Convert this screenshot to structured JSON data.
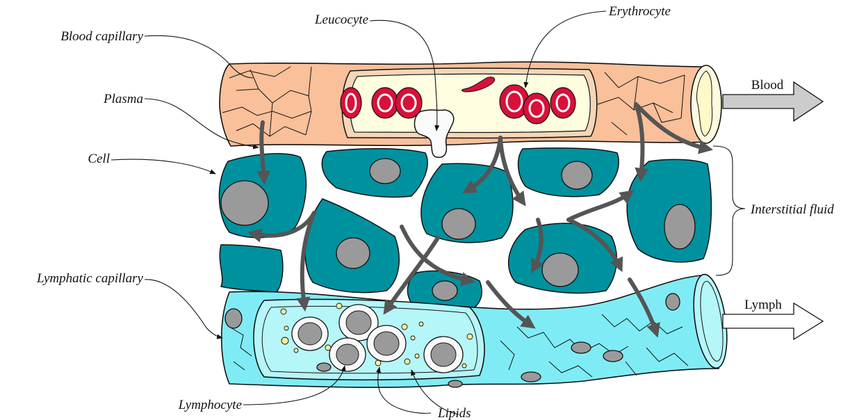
{
  "labels": {
    "blood_capillary": "Blood capillary",
    "leucocyte": "Leucocyte",
    "erythrocyte": "Erythrocyte",
    "plasma": "Plasma",
    "cell": "Cell",
    "interstitial_fluid": "Interstitial fluid",
    "lymphatic_capillary": "Lymphatic capillary",
    "lymphocyte": "Lymphocyte",
    "lipids": "Lipids",
    "blood": "Blood",
    "lymph": "Lymph"
  },
  "colors": {
    "blood_vessel": "#f9c09a",
    "plasma_fill": "#fffde0",
    "erythrocyte": "#d8103a",
    "tissue_cell": "#00919f",
    "nucleus": "#9a9a9a",
    "lymph_vessel": "#7fecf5",
    "lymph_inner": "#b5f6f9",
    "lipid": "#f4f0a0",
    "flow_arrow": "#555555"
  },
  "icons": {
    "blood_out": "hollow-arrow-right-icon",
    "lymph_out": "hollow-arrow-right-icon",
    "flow": "curved-arrow-icon"
  }
}
